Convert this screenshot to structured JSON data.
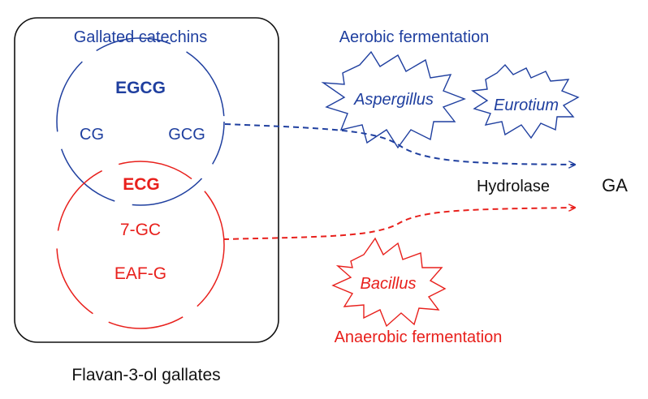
{
  "colors": {
    "aerobic": "#1f3f9f",
    "anaerobic": "#e8201c",
    "text": "#111111",
    "box_border": "#111111"
  },
  "box": {
    "caption": "Flavan-3-ol gallates"
  },
  "gallated_catechins": {
    "title": "Gallated catechins",
    "members": [
      "EGCG",
      "CG",
      "GCG"
    ]
  },
  "overlap": {
    "label": "ECG"
  },
  "lower_group": {
    "members": [
      "7-GC",
      "EAF-G"
    ]
  },
  "aerobic": {
    "title": "Aerobic fermentation",
    "organisms": [
      "Aspergillus",
      "Eurotium"
    ]
  },
  "anaerobic": {
    "title": "Anaerobic fermentation",
    "organisms": [
      "Bacillus"
    ]
  },
  "enzyme": {
    "label": "Hydrolase"
  },
  "product": {
    "label": "GA"
  }
}
